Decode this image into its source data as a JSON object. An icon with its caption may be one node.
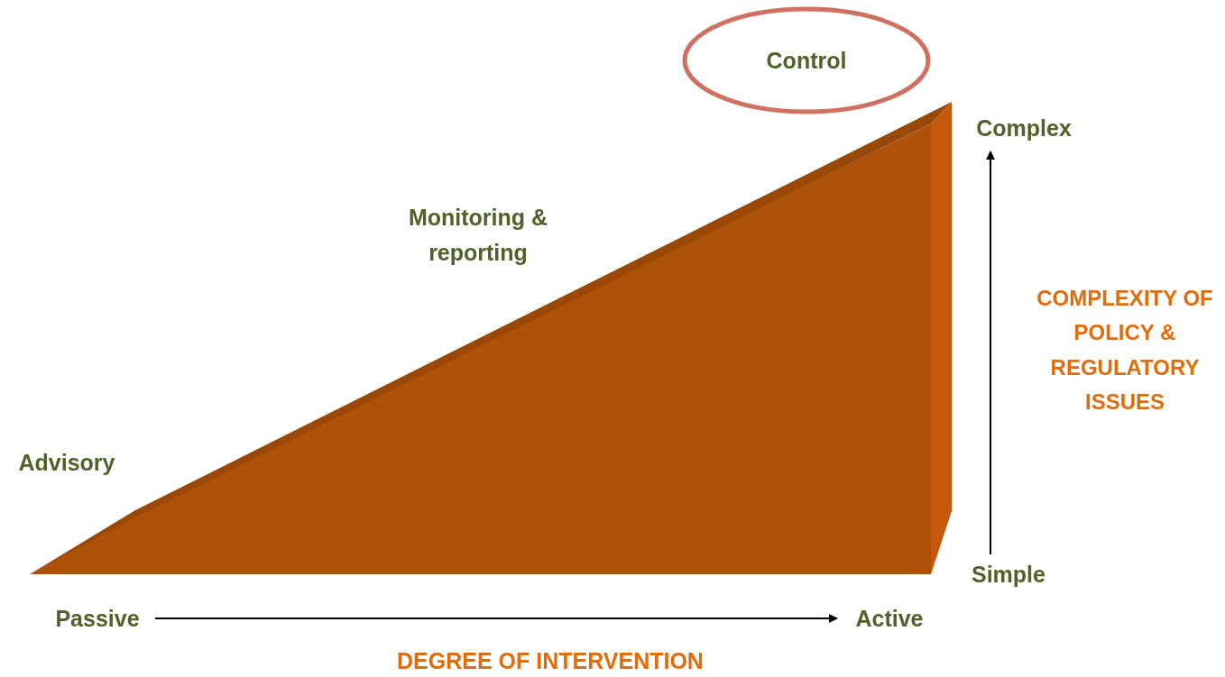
{
  "diagram": {
    "nodes": [
      {
        "text": [
          "Control"
        ]
      },
      {
        "text": [
          "Complex"
        ]
      },
      {
        "text": [
          "Simple"
        ]
      },
      {
        "text": [
          "Passive"
        ]
      },
      {
        "text": [
          "Active"
        ]
      }
    ],
    "edges": [
      {
        "from": 2,
        "to": 1,
        "arrow": "to"
      },
      {
        "from": 3,
        "to": 4,
        "arrow": "to"
      }
    ],
    "labels": [
      "Monitoring & reporting",
      "Advisory",
      "COMPLEXITY OF POLICY & REGULATORY ISSUES",
      "DEGREE OF INTERVENTION"
    ]
  }
}
